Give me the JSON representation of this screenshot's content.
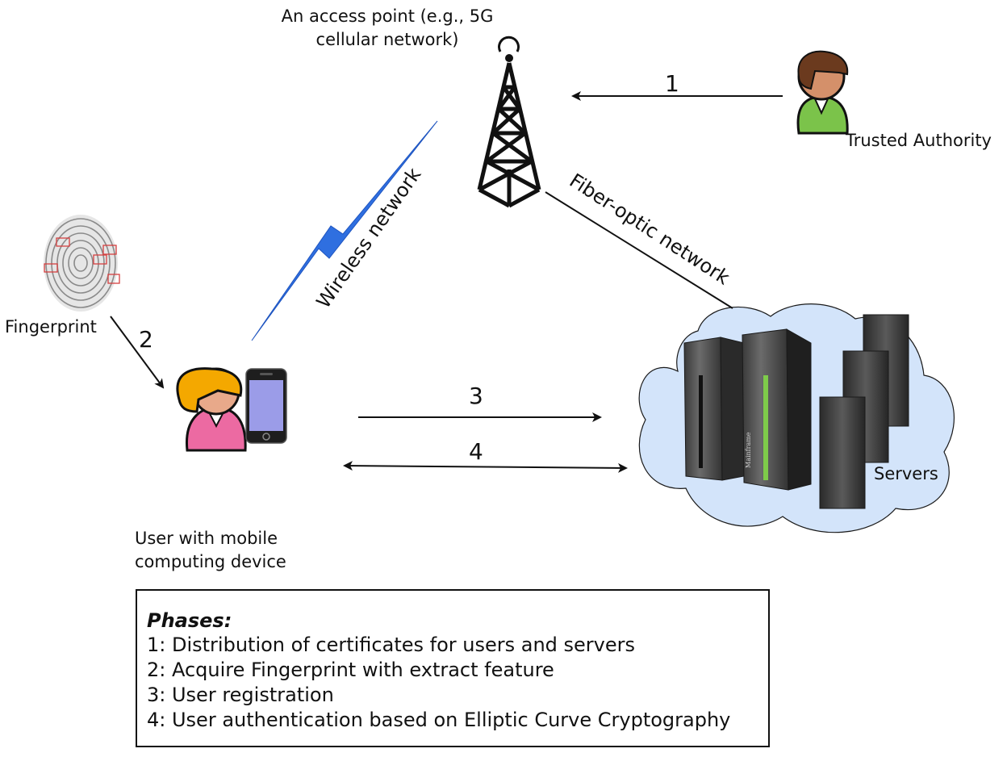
{
  "labels": {
    "access_point": "An access point (e.g., 5G\ncellular network)",
    "trusted_authority": "Trusted Authority",
    "fingerprint": "Fingerprint",
    "user": "User with mobile\ncomputing device",
    "servers": "Servers",
    "wireless": "Wireless network",
    "fiber": "Fiber-optic network",
    "mainframe": "Mainframe"
  },
  "arrows": {
    "a1": "1",
    "a2": "2",
    "a3": "3",
    "a4": "4"
  },
  "legend": {
    "title": "Phases:",
    "items": [
      "1: Distribution of certificates for users and servers",
      "2: Acquire Fingerprint with extract feature",
      "3: User registration",
      "4: User authentication based on Elliptic Curve Cryptography"
    ]
  },
  "colors": {
    "cloud": "#d3e4fa",
    "lightning": "#2f6fe0",
    "ta_body": "#7bc34a",
    "user_body": "#ec6aa2",
    "user_hair": "#f4a800",
    "phone_screen": "#9b9ce8"
  }
}
